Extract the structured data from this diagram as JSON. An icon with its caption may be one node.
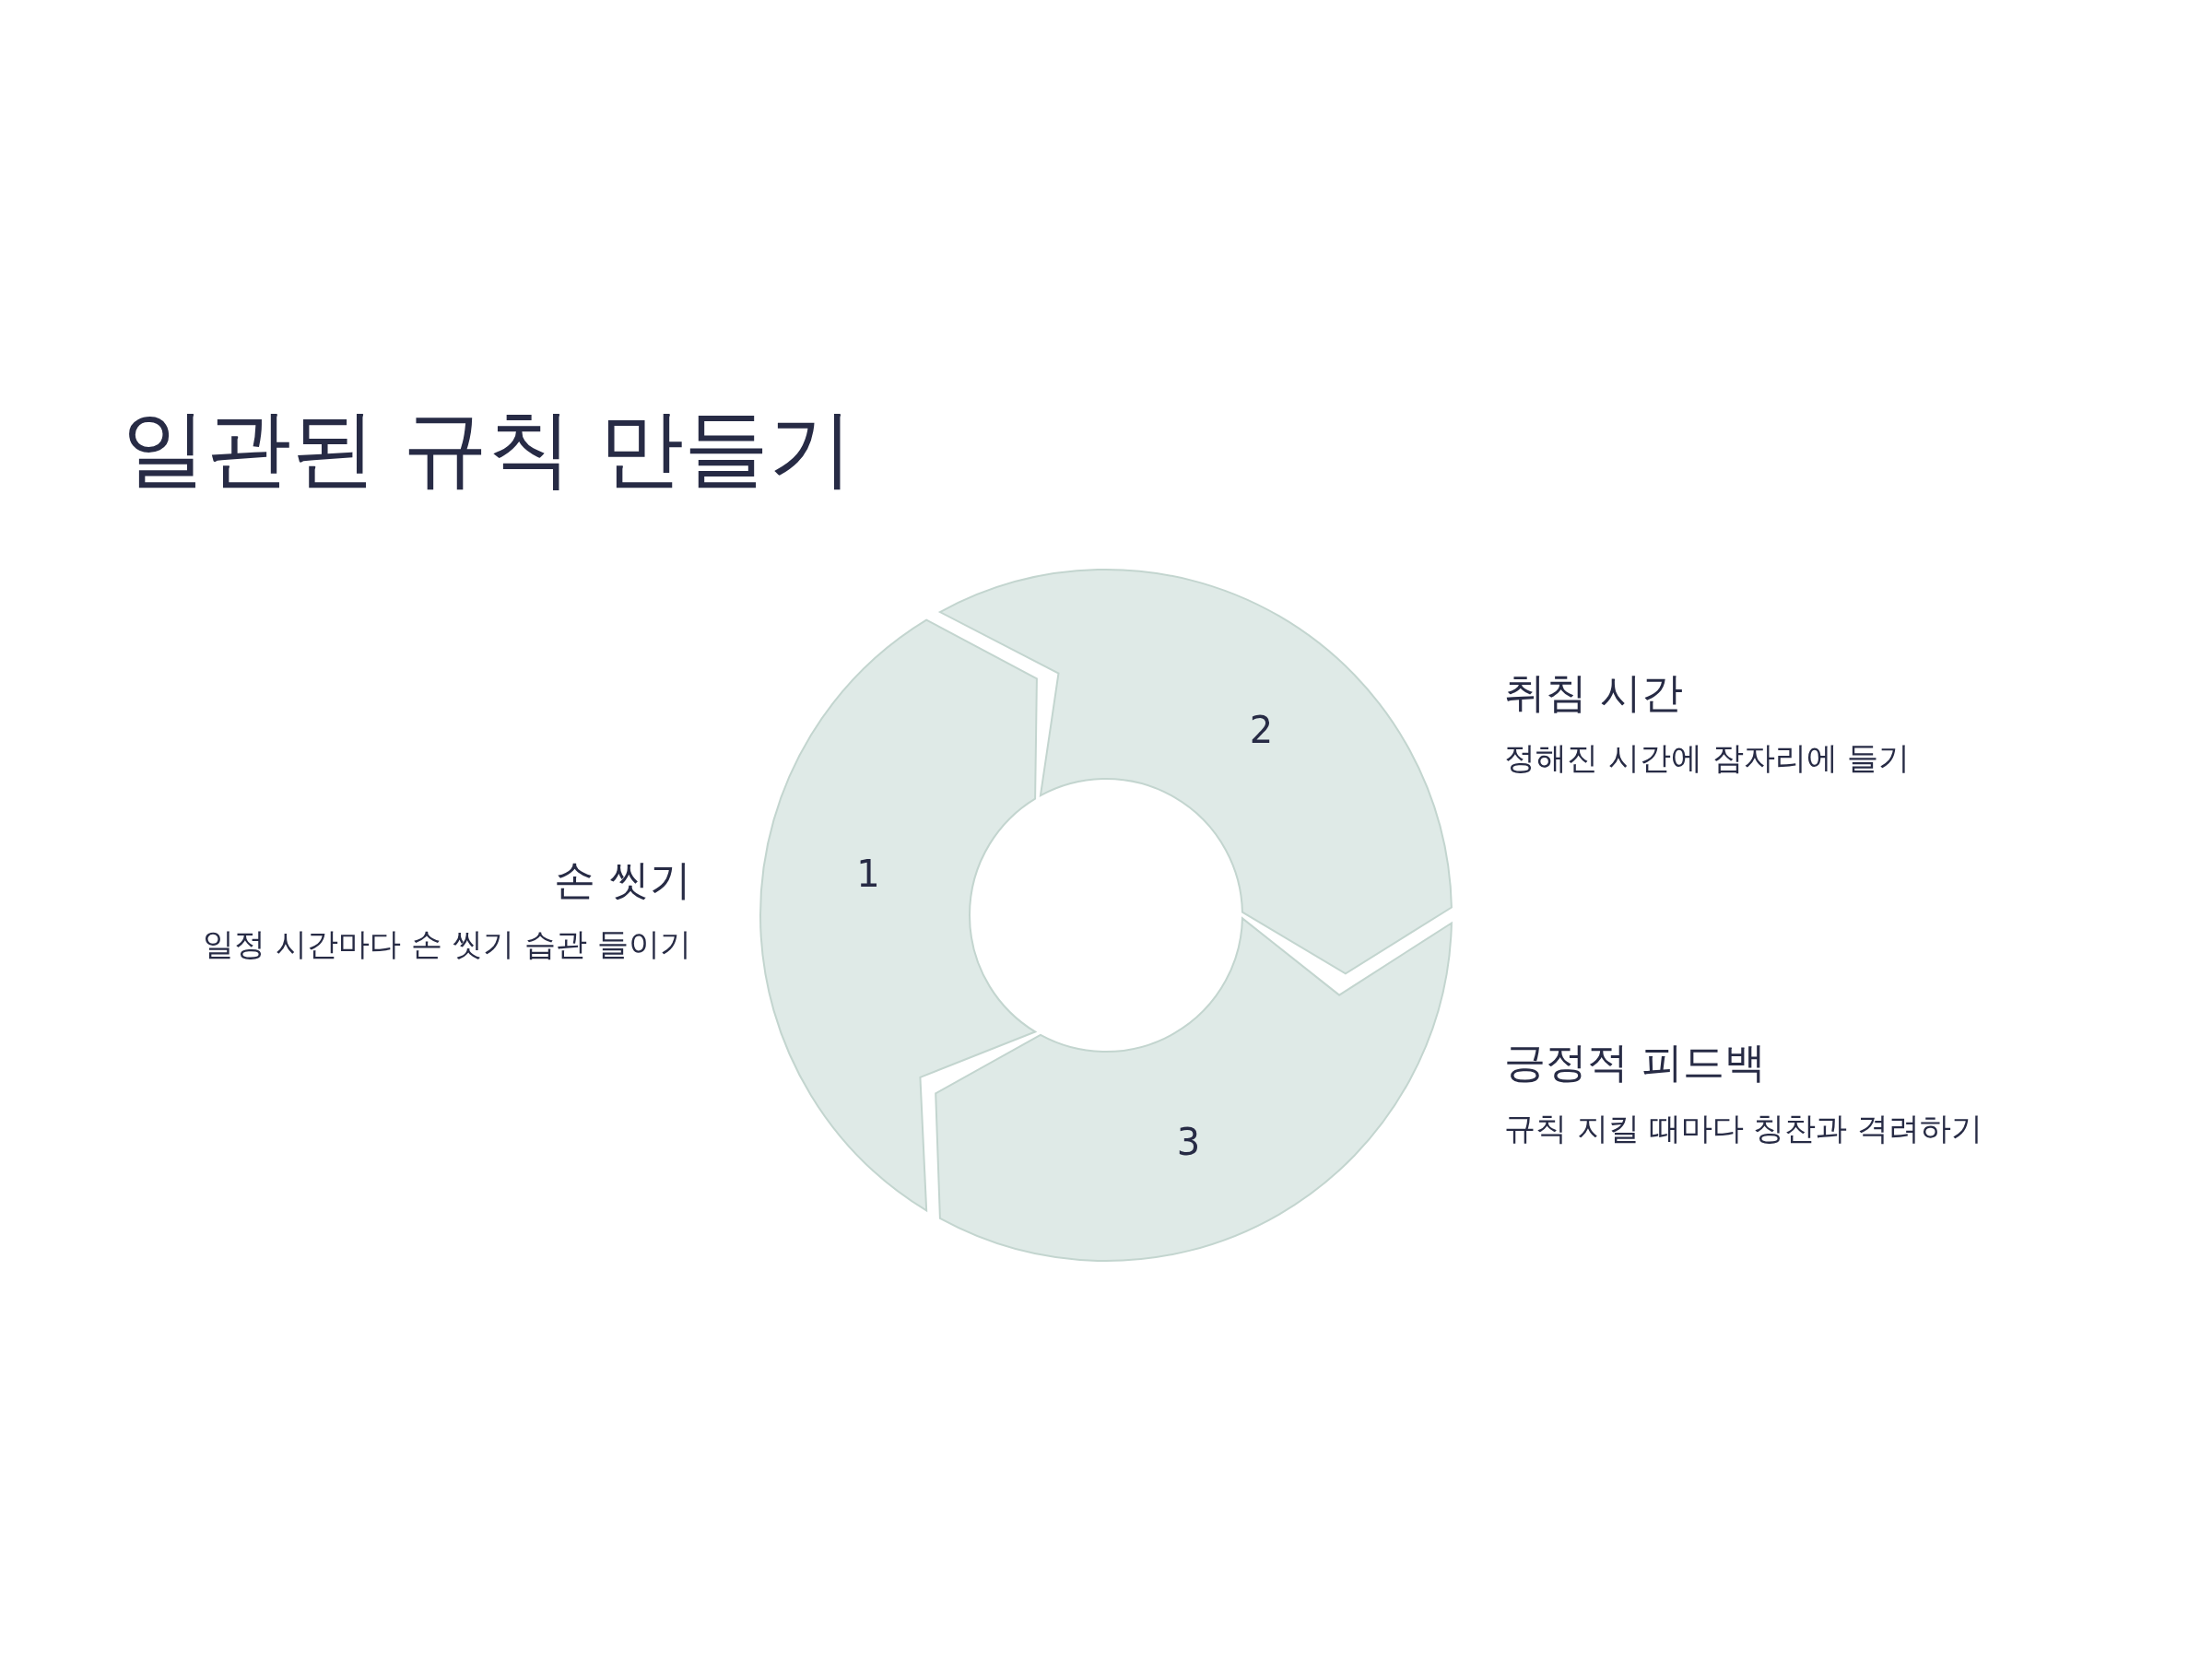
{
  "diagram": {
    "title": "일관된 규칙 만들기",
    "nodes": [
      {
        "text": [
          "1"
        ],
        "beside": [
          "손 씻기",
          "일정 시간마다 손 씻기 습관 들이기"
        ]
      },
      {
        "text": [
          "2"
        ],
        "beside": [
          "취침 시간",
          "정해진 시간에 잠자리에 들기"
        ]
      },
      {
        "text": [
          "3"
        ],
        "beside": [
          "긍정적 피드백",
          "규칙 지킬 때마다 칭찬과 격려하기"
        ]
      }
    ]
  }
}
